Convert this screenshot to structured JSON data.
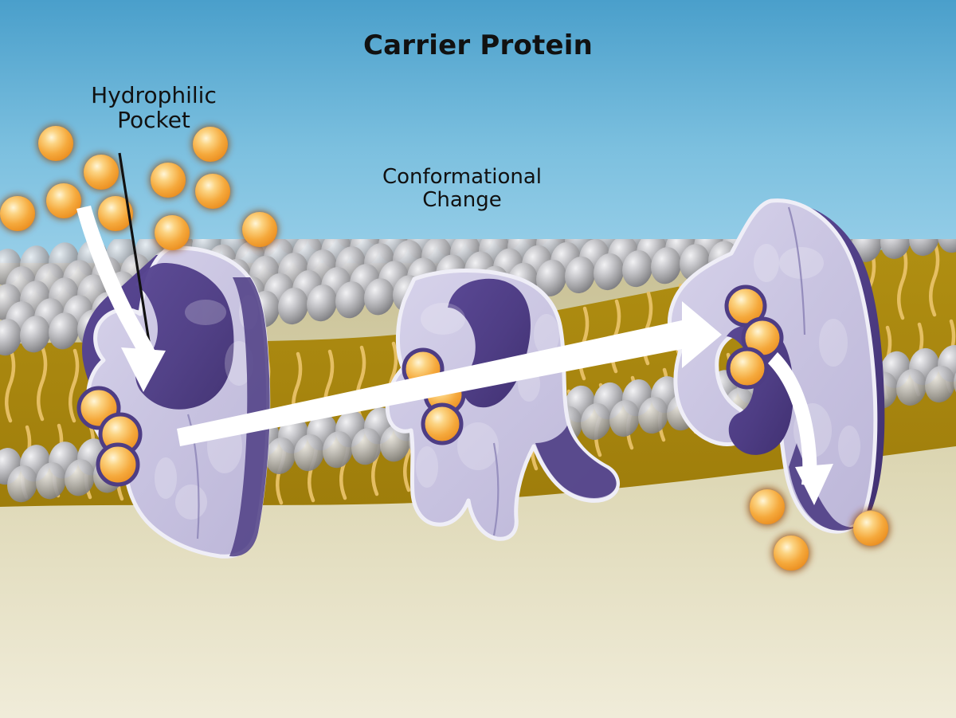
{
  "diagram": {
    "title": "Carrier Protein",
    "labels": {
      "hydrophilic_pocket": "Hydrophilic\nPocket",
      "conformational_change": "Conformational\nChange"
    },
    "icons": {
      "uptake_arrow": "curved-arrow-down-icon",
      "transport_arrow": "long-right-arrow-icon",
      "release_arrow": "curved-arrow-down-right-icon",
      "leader_line": "leader-line-icon"
    },
    "colors": {
      "sky_top": "#4a9fcb",
      "sky_bottom": "#96ccE6",
      "cytoplasm_top": "#cdc59b",
      "cytoplasm_bottom": "#efebd6",
      "membrane_core": "#a8860f",
      "lipid_tail": "#e8c069",
      "head_gray": "#9a9a9c",
      "head_highlight": "#e3e3e6",
      "protein_body": "#cbc6e2",
      "protein_rim": "#efeef7",
      "protein_pocket": "#4e3d84",
      "molecule_orange": "#f5a93c",
      "molecule_core": "#fde9b8",
      "molecule_glow": "#7a3a10",
      "arrow_white": "#ffffff",
      "text": "#111111"
    },
    "structures": {
      "membrane": "phospholipid-bilayer",
      "proteins": [
        {
          "name": "carrier-protein-open-outward",
          "state": "outward-open",
          "bound_molecules": 3
        },
        {
          "name": "carrier-protein-occluded",
          "state": "conformational-change",
          "bound_molecules": 3
        },
        {
          "name": "carrier-protein-open-inward",
          "state": "inward-open",
          "bound_molecules": 3
        }
      ],
      "extracellular_molecules": 10,
      "released_molecules": 3
    }
  }
}
